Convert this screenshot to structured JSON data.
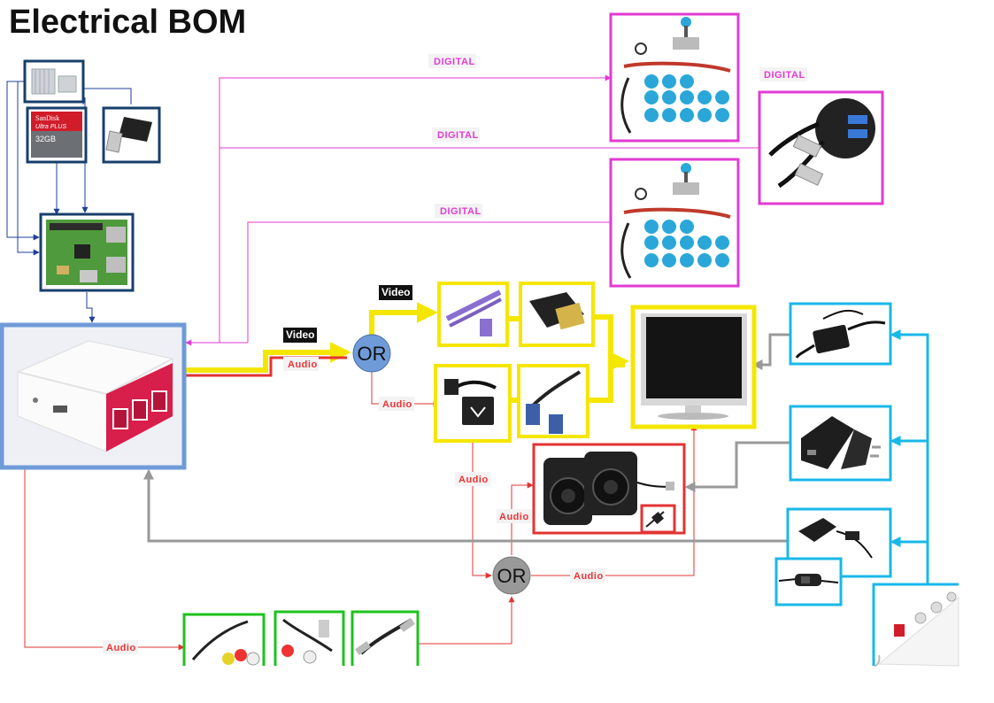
{
  "title": "Electrical BOM",
  "labels": {
    "digital": "DIGITAL",
    "audio": "Audio",
    "video": "Video",
    "or": "OR"
  },
  "colors": {
    "digital": "#e23bd3",
    "audio": "#e33333",
    "video": "#f5e600",
    "power": "#18b8e8",
    "raspberry_pi": "#173f6b",
    "generic": "#999999",
    "green_box": "#1ec21e"
  },
  "components": [
    {
      "id": "heatsinks",
      "icon": "heatsink-icon"
    },
    {
      "id": "sd-card",
      "icon": "sd-card-icon",
      "brand": "SanDisk",
      "line": "Ultra PLUS",
      "capacity": "32GB"
    },
    {
      "id": "usb-wifi-dongle",
      "icon": "usb-dongle-icon"
    },
    {
      "id": "raspberry-pi-board",
      "icon": "circuit-board-icon"
    },
    {
      "id": "pi-case",
      "icon": "pi-case-icon"
    },
    {
      "id": "arcade-kit-1",
      "icon": "joystick-buttons-icon"
    },
    {
      "id": "usb-panel-mount",
      "icon": "usb-cable-icon"
    },
    {
      "id": "arcade-kit-2",
      "icon": "joystick-buttons-icon"
    },
    {
      "id": "hdmi-cable",
      "icon": "hdmi-cable-icon"
    },
    {
      "id": "hdmi-dvi-adapter",
      "icon": "dvi-adapter-icon"
    },
    {
      "id": "hdmi-vga-adapter",
      "icon": "vga-adapter-icon"
    },
    {
      "id": "vga-cable",
      "icon": "vga-cable-icon"
    },
    {
      "id": "monitor",
      "icon": "monitor-icon"
    },
    {
      "id": "monitor-power-supply",
      "icon": "power-brick-icon"
    },
    {
      "id": "speaker-power-adapter",
      "icon": "wall-adapter-icon"
    },
    {
      "id": "pi-power-adapter",
      "icon": "wall-adapter-icon"
    },
    {
      "id": "inline-switch",
      "icon": "switch-icon"
    },
    {
      "id": "speakers",
      "icon": "speakers-icon"
    },
    {
      "id": "volume-control",
      "icon": "volume-icon"
    },
    {
      "id": "power-strip",
      "icon": "power-strip-icon"
    },
    {
      "id": "audio-rca-cable",
      "icon": "rca-cable-icon"
    },
    {
      "id": "rca-splitter",
      "icon": "rca-cable-icon"
    },
    {
      "id": "audio-jack-cable",
      "icon": "audio-jack-icon"
    }
  ]
}
